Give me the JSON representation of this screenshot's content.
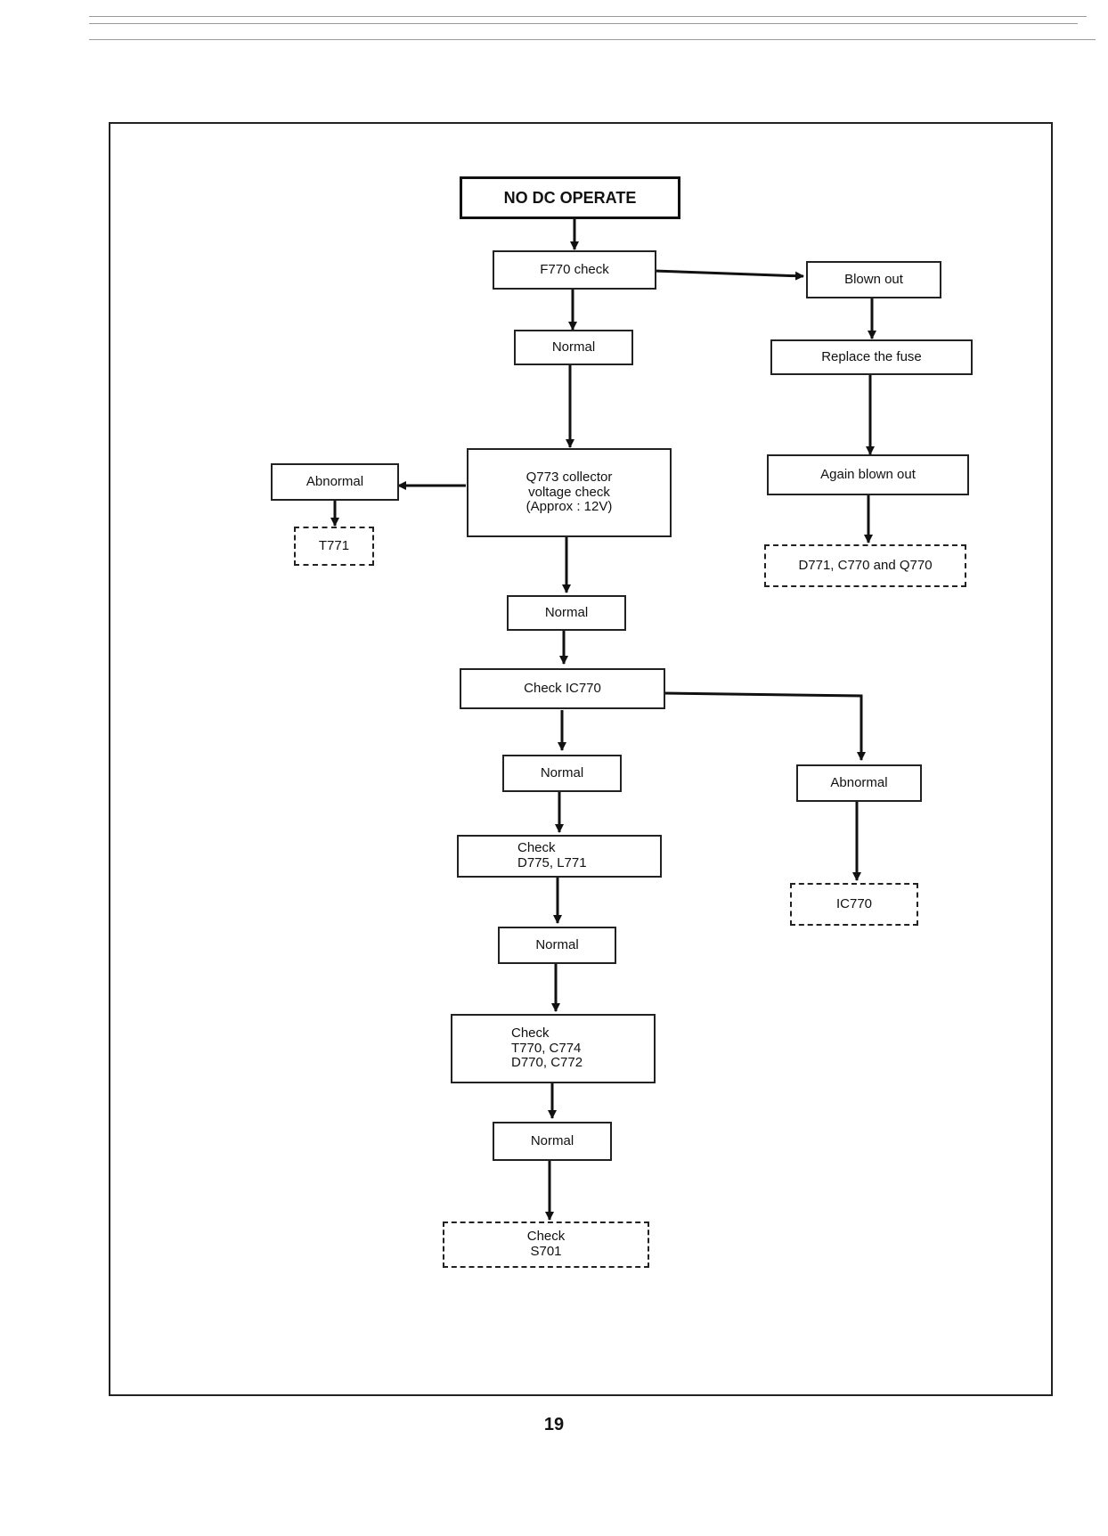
{
  "flowchart": {
    "title": "NO DC OPERATE",
    "nodes": {
      "f770_check": "F770 check",
      "blown_out": "Blown out",
      "normal_1": "Normal",
      "replace_fuse": "Replace the fuse",
      "q773_check": "Q773 collector\nvoltage check\n(Approx : 12V)",
      "abnormal_1": "Abnormal",
      "again_blown_out": "Again blown out",
      "t771": "T771",
      "d771_c770_q770": "D771, C770 and Q770",
      "normal_2": "Normal",
      "check_ic770": "Check IC770",
      "normal_3": "Normal",
      "abnormal_2": "Abnormal",
      "check_d775_l771": "Check\nD775, L771",
      "ic770": "IC770",
      "normal_4": "Normal",
      "check_t770": "Check\nT770, C774\nD770, C772",
      "normal_5": "Normal",
      "check_s701": "Check\nS701"
    }
  },
  "page_number": "19"
}
